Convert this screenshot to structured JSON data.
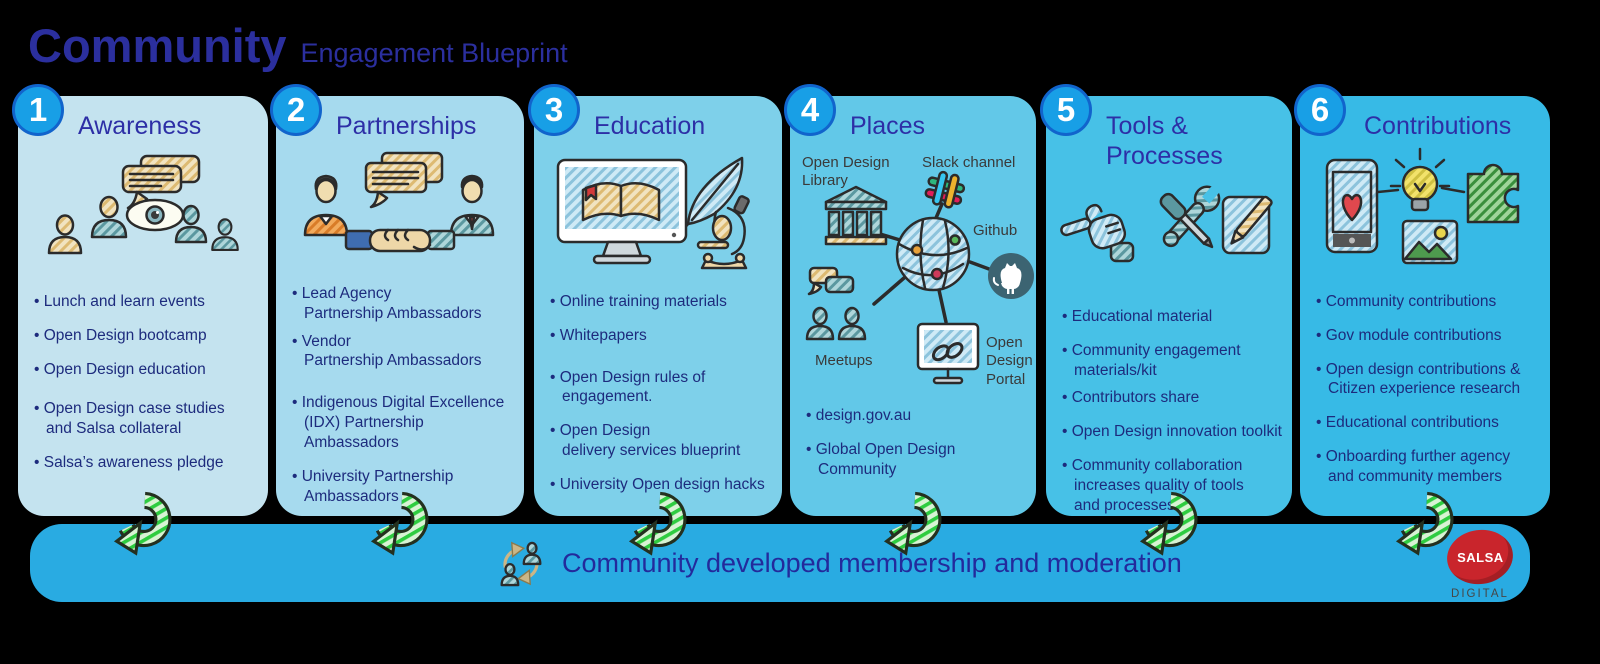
{
  "title": {
    "main": "Community",
    "sub": "Engagement Blueprint"
  },
  "columns": [
    {
      "number": "1",
      "title": "Awareness",
      "icon": "awareness-people-eye-icon",
      "bullets": [
        "Lunch and learn events",
        "Open Design bootcamp",
        "Open Design education",
        "Open Design case studies\nand Salsa collateral",
        "Salsa’s awareness pledge"
      ]
    },
    {
      "number": "2",
      "title": "Partnerships",
      "icon": "partnership-handshake-icon",
      "bullets": [
        "Lead Agency\nPartnership Ambassadors",
        "Vendor\nPartnership Ambassadors",
        "Indigenous Digital Excellence\n(IDX) Partnership Ambassadors",
        "University Partnership\nAmbassadors"
      ]
    },
    {
      "number": "3",
      "title": "Education",
      "icon": "education-monitor-book-icon",
      "bullets": [
        "Online training materials",
        "Whitepapers",
        "Open Design rules of\nengagement.",
        "Open Design\ndelivery services blueprint",
        "University Open design hacks"
      ]
    },
    {
      "number": "4",
      "title": "Places",
      "icon": "places-network-icon",
      "labels": {
        "library": "Open Design\nLibrary",
        "slack": "Slack channel",
        "github": "Github",
        "meetups": "Meetups",
        "portal": "Open\nDesign\nPortal"
      },
      "bullets": [
        "design.gov.au",
        "Global Open Design\nCommunity"
      ]
    },
    {
      "number": "5",
      "title": "Tools &\nProcesses",
      "icon": "tools-processes-icon",
      "bullets": [
        "Educational material",
        "Community engagement\nmaterials/kit",
        "Contributors share",
        "Open Design innovation toolkit",
        "Community collaboration\nincreases quality of tools\nand processes"
      ]
    },
    {
      "number": "6",
      "title": "Contributions",
      "icon": "contributions-devices-icon",
      "bullets": [
        "Community contributions",
        "Gov module contributions",
        "Open design contributions &\nCitizen experience research",
        "Educational contributions",
        "Onboarding further agency\nand community members"
      ]
    }
  ],
  "banner": {
    "text": "Community developed membership and moderation"
  },
  "logo": {
    "name": "SALSA",
    "sub": "DIGITAL"
  },
  "colors": {
    "card_colors": [
      "#c4e3ef",
      "#a6daee",
      "#7ed0ea",
      "#62c8e8",
      "#47c1e7",
      "#37bae6"
    ],
    "banner": "#29abe2",
    "badge": "#189fe6",
    "heading_text": "#2d2fa6",
    "bullet_text": "#1d2b7d",
    "title_text": "#2b2f9e",
    "logo_red": "#c9252c",
    "arrow_green": "#2ecc40",
    "slack_colors": [
      "#36C5F0",
      "#2EB67D",
      "#ECB22E",
      "#E01E5A"
    ]
  }
}
